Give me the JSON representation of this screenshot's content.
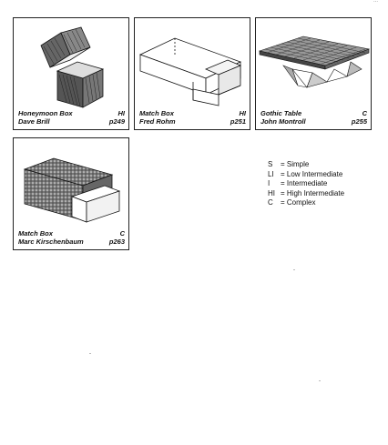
{
  "page_number_glyph": "...",
  "cards": [
    {
      "title": "Honeymoon Box",
      "level": "HI",
      "author": "Dave Brill",
      "page": "p249"
    },
    {
      "title": "Match Box",
      "level": "HI",
      "author": "Fred Rohm",
      "page": "p251"
    },
    {
      "title": "Gothic Table",
      "level": "C",
      "author": "John Montroll",
      "page": "p255"
    },
    {
      "title": "Match Box",
      "level": "C",
      "author": "Marc Kirschenbaum",
      "page": "p263"
    }
  ],
  "legend": [
    {
      "code": "S",
      "label": "= Simple"
    },
    {
      "code": "LI",
      "label": "= Low Intermediate"
    },
    {
      "code": "I",
      "label": "= Intermediate"
    },
    {
      "code": "HI",
      "label": "= High Intermediate"
    },
    {
      "code": "C",
      "label": "= Complex"
    }
  ]
}
